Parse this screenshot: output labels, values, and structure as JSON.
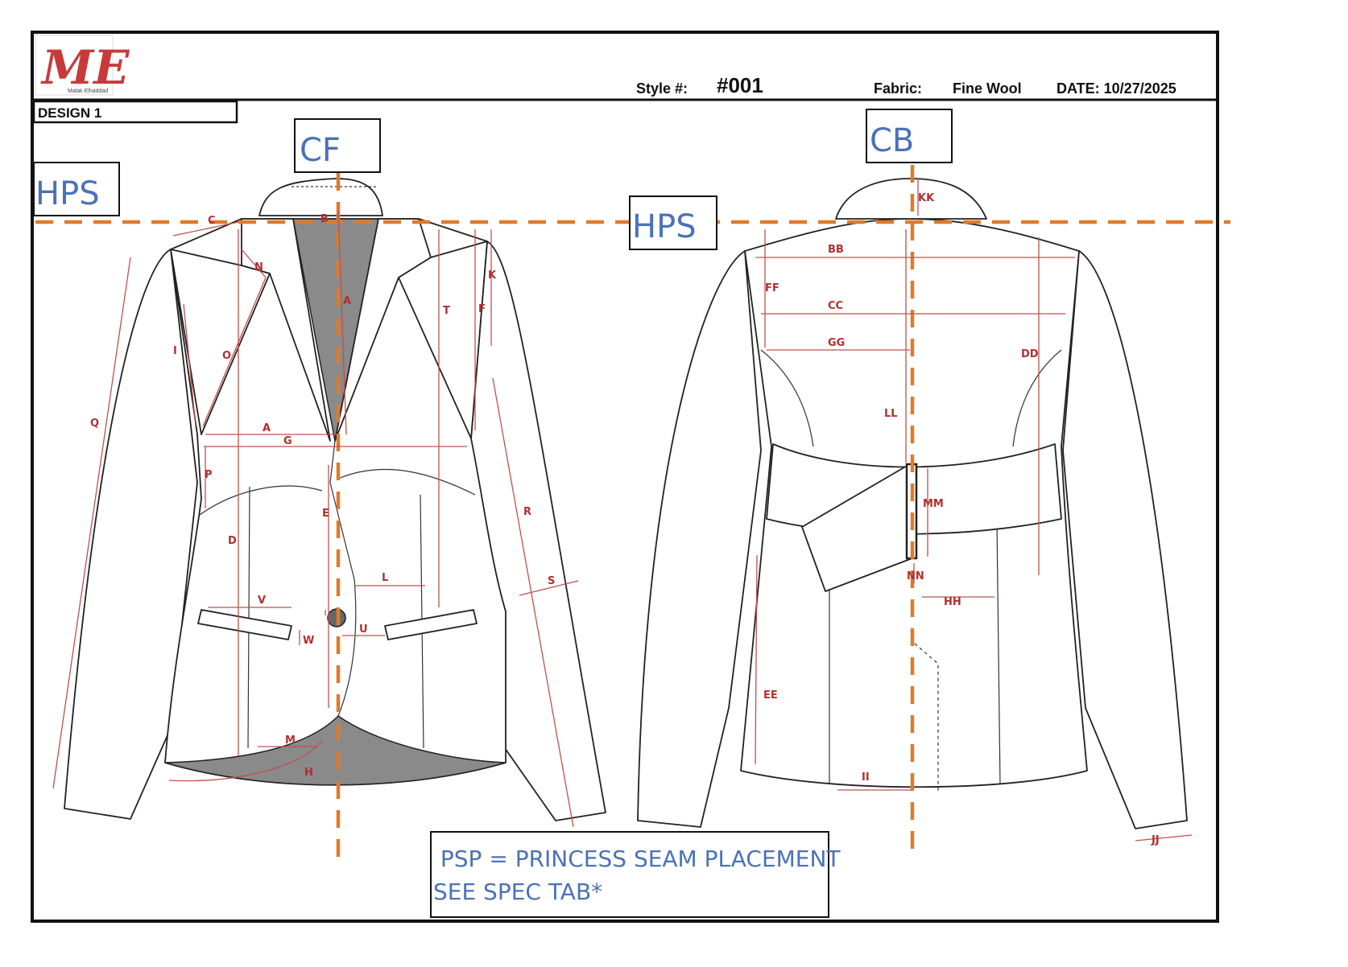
{
  "logo": {
    "letters": "ME",
    "caption": "Malak Elhaddad"
  },
  "header": {
    "style_label": "Style #:",
    "style_value": "#001",
    "fabric_label": "Fabric:",
    "fabric_value": "Fine Wool",
    "date_label": "DATE: 10/27/2025"
  },
  "design_label": "DESIGN 1",
  "reference_labels": {
    "cf": "CF",
    "cb": "CB",
    "hps_left": "HPS",
    "hps_center": "HPS"
  },
  "note": {
    "line1": " PSP = PRINCESS SEAM PLACEMENT",
    "line2": "SEE SPEC TAB*"
  },
  "front_measure_labels": {
    "a_top": "A",
    "a_chest": "A",
    "b": "B",
    "c": "C",
    "d": "D",
    "e": "E",
    "f": "F",
    "g": "G",
    "h": "H",
    "i": "I",
    "k": "K",
    "l": "L",
    "m": "M",
    "n": "N",
    "o": "O",
    "p": "P",
    "q": "Q",
    "r": "R",
    "s": "S",
    "t": "T",
    "u": "U",
    "v": "V",
    "w": "W"
  },
  "back_measure_labels": {
    "bb": "BB",
    "cc": "CC",
    "dd": "DD",
    "ee": "EE",
    "ff": "FF",
    "gg": "GG",
    "hh": "HH",
    "ii": "II",
    "jj": "JJ",
    "kk": "KK",
    "ll": "LL",
    "mm": "MM",
    "nn": "NN"
  },
  "colors": {
    "guide_dash": "#e07a2a",
    "measure_red": "#c0504d",
    "label_blue": "#4a72b8",
    "lining_gray": "#8a8a8a"
  }
}
